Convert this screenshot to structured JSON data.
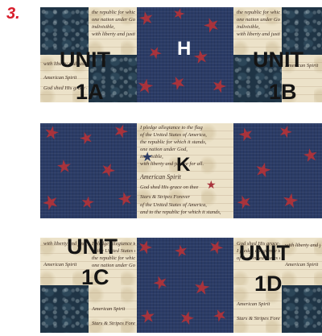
{
  "step_label": "3.",
  "rows": [
    {
      "labels": [
        {
          "text": "UNIT",
          "color": "dark"
        },
        {
          "text": "1A",
          "color": "dark"
        },
        {
          "text": "H",
          "color": "light"
        },
        {
          "text": "UNIT",
          "color": "dark"
        },
        {
          "text": "1B",
          "color": "dark"
        }
      ]
    },
    {
      "labels": [
        {
          "text": "K",
          "color": "dark"
        }
      ]
    },
    {
      "labels": [
        {
          "text": "UNIT",
          "color": "dark"
        },
        {
          "text": "1C",
          "color": "dark"
        },
        {
          "text": "UNIT",
          "color": "dark"
        },
        {
          "text": "1D",
          "color": "dark"
        }
      ]
    }
  ],
  "fabric_text": [
    "the republic for which it stands,",
    "one nation under God,",
    "indivisible,",
    "with liberty and justice for all.",
    "American Spirit",
    "God shed His grace on thee",
    "I pledge allegiance to the flag",
    "of the United States of America,",
    "Stars & Stripes Forever",
    "and to the republic for which it stands,"
  ],
  "colors": {
    "step_red": "#d81e2c",
    "navy": "#2b3c66",
    "star_red": "#a8333c",
    "cream": "#ece2c9",
    "dark_floral": "#1f3445"
  }
}
